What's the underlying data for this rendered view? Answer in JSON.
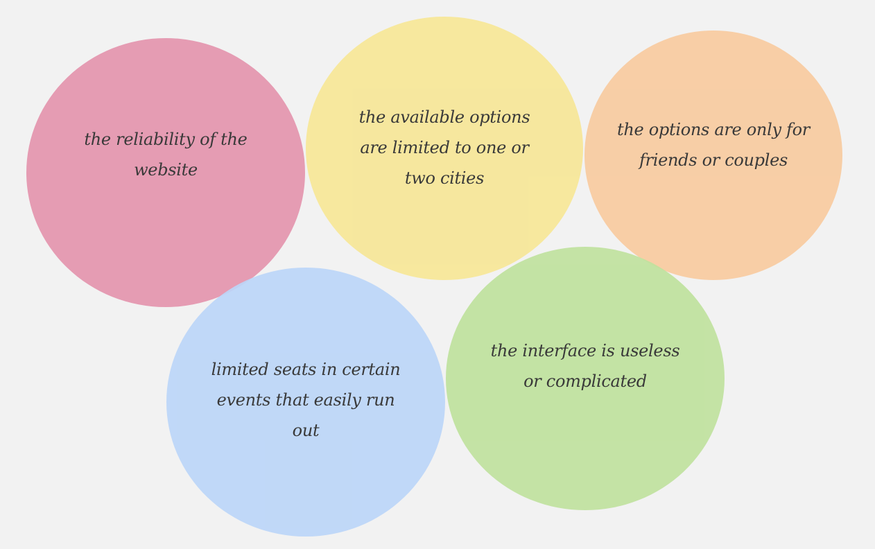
{
  "bubbles": [
    {
      "text": "the reliability of the website",
      "color": "#e495ae"
    },
    {
      "text": "the available options are limited to one or two cities",
      "color": "#f7e797"
    },
    {
      "text": "the options are only for friends or couples",
      "color": "#f8cba0"
    },
    {
      "text": "limited seats in certain events that easily run out",
      "color": "#bcd6f8"
    },
    {
      "text": "the interface is useless or complicated",
      "color": "#c0e29e"
    }
  ]
}
